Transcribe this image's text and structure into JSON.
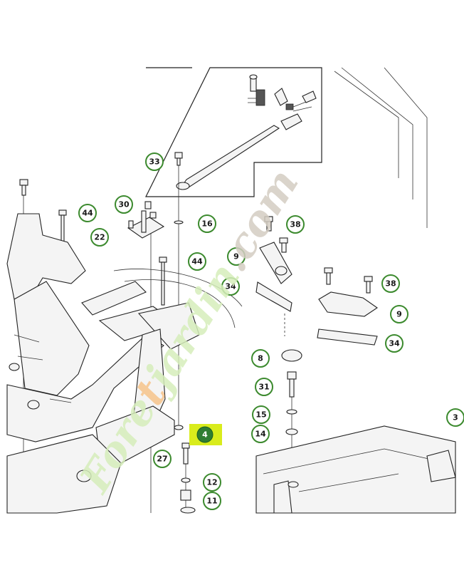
{
  "diagram": {
    "callouts": [
      "33",
      "30",
      "44",
      "22",
      "16",
      "44",
      "38",
      "9",
      "34",
      "38",
      "9",
      "34",
      "8",
      "31",
      "15",
      "14",
      "27",
      "12",
      "11",
      "3"
    ],
    "highlighted_callout": "4",
    "colors": {
      "callout_border": "#3c8a2e",
      "highlight_fill": "#d9ec1c",
      "highlight_circle": "#2e7d32"
    }
  },
  "watermark": {
    "segments": [
      "Fore",
      "t",
      "jardin",
      ".com"
    ],
    "colors": [
      "#d6eebb",
      "#f7c48b",
      "#d6eebb",
      "#d4cdc2"
    ]
  }
}
